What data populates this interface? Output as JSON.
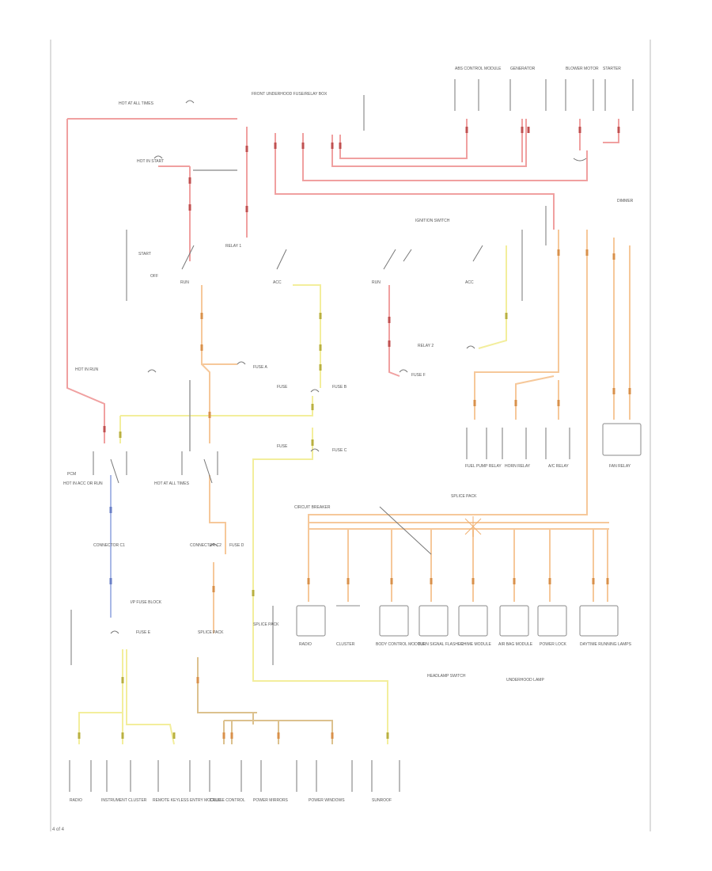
{
  "diagram": {
    "page_number": "4 of 4",
    "colors": {
      "red": "#f0a0a0",
      "orange": "#f6c89a",
      "yellow": "#f3ee9c",
      "blue": "#a9b8e6",
      "gray": "#9a9a9a",
      "tan": "#dcc18e",
      "olive": "#d9dc9a"
    },
    "labels": {
      "hot_at_all_times": "HOT AT ALL TIMES",
      "front_underhood_fuse_relay": "FRONT UNDERHOOD FUSE/RELAY BOX",
      "ignition_switch": "IGNITION SWITCH",
      "start": "START",
      "off": "OFF",
      "run": "RUN",
      "acc": "ACC",
      "relay_1": "RELAY 1",
      "relay_2": "RELAY 2",
      "fuse_a": "FUSE A",
      "fuse_b": "FUSE B",
      "fuse_c": "FUSE C",
      "fuse_d": "FUSE D",
      "fuse_e": "FUSE E",
      "fuse_f": "FUSE F",
      "ip_fuse_block": "I/P FUSE BLOCK",
      "circuit_breaker": "CIRCUIT BREAKER",
      "fuse_left": "FUSE",
      "fuse_right": "FUSE",
      "hot_in_run": "HOT IN RUN",
      "hot_in_start": "HOT IN START",
      "hot_in_acc": "HOT IN ACC OR RUN",
      "hot_at_all_times_2": "HOT AT ALL TIMES",
      "splice_pack": "SPLICE PACK",
      "headlamp_switch": "HEADLAMP SWITCH",
      "underhood_lamp": "UNDERHOOD LAMP",
      "dimmer": "DIMMER",
      "top_comp_a": "ABS CONTROL MODULE",
      "top_comp_b": "GENERATOR",
      "top_comp_c": "BLOWER MOTOR",
      "top_comp_d": "STARTER",
      "mid_comp_a": "FUEL PUMP RELAY",
      "mid_comp_b": "HORN RELAY",
      "mid_comp_c": "A/C RELAY",
      "mid_comp_d": "FAN RELAY",
      "mid_comp_e": "PCM",
      "row2_a": "RADIO",
      "row2_b": "CLUSTER",
      "row2_c": "BODY CONTROL MODULE",
      "row2_d": "TURN SIGNAL FLASHER",
      "row2_e": "CHIME MODULE",
      "row2_f": "AIR BAG MODULE",
      "row2_g": "POWER LOCK",
      "row2_h": "DAYTIME RUNNING LAMPS",
      "bottom_a": "RADIO",
      "bottom_b": "INSTRUMENT CLUSTER",
      "bottom_c": "REMOTE KEYLESS ENTRY MODULE",
      "bottom_d": "CRUISE CONTROL",
      "bottom_e": "POWER MIRRORS",
      "bottom_f": "POWER WINDOWS",
      "bottom_g": "SUNROOF",
      "bottom_note_a": "SPLICE PACK",
      "bottom_note_b": "SPLICE PACK",
      "left_conn_a": "CONNECTOR C1",
      "left_conn_b": "CONNECTOR C2"
    }
  }
}
